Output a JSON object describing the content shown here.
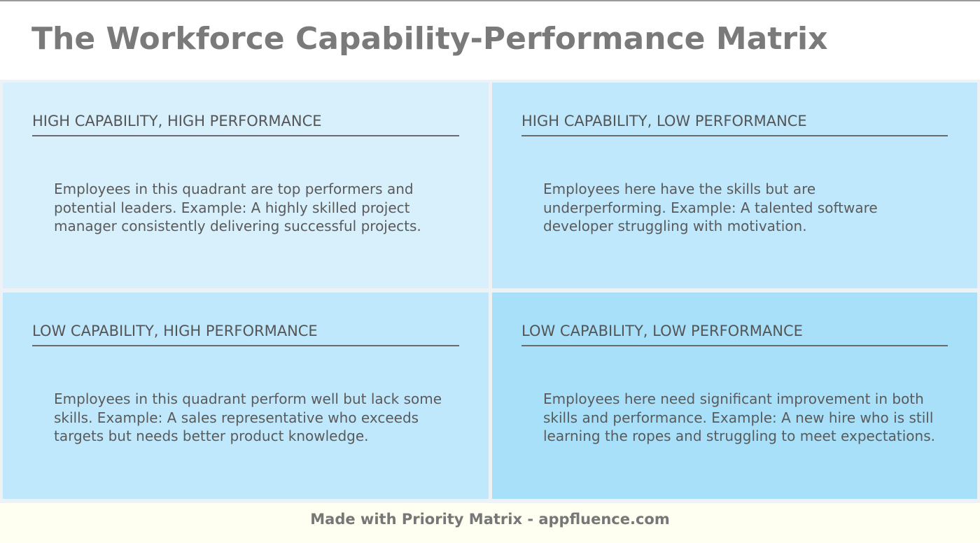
{
  "title": "The Workforce Capability-Performance Matrix",
  "quadrants": [
    {
      "heading": "HIGH CAPABILITY, HIGH PERFORMANCE",
      "body": "Employees in this quadrant are top performers and potential leaders. Example: A highly skilled project manager consistently delivering successful projects.",
      "color": "#d8f0fc"
    },
    {
      "heading": "HIGH CAPABILITY, LOW PERFORMANCE",
      "body": "Employees here have the skills but are underperforming. Example: A talented software developer struggling with motivation.",
      "color": "#c0e8fc"
    },
    {
      "heading": "LOW CAPABILITY, HIGH PERFORMANCE",
      "body": "Employees in this quadrant perform well but lack some skills. Example: A sales representative who exceeds targets but needs better product knowledge.",
      "color": "#c0e8fc"
    },
    {
      "heading": "LOW CAPABILITY, LOW PERFORMANCE",
      "body": "Employees here need significant improvement in both skills and performance. Example: A new hire who is still learning the ropes and struggling to meet expectations.",
      "color": "#a8e0fa"
    }
  ],
  "footer": "Made with Priority Matrix - appfluence.com"
}
